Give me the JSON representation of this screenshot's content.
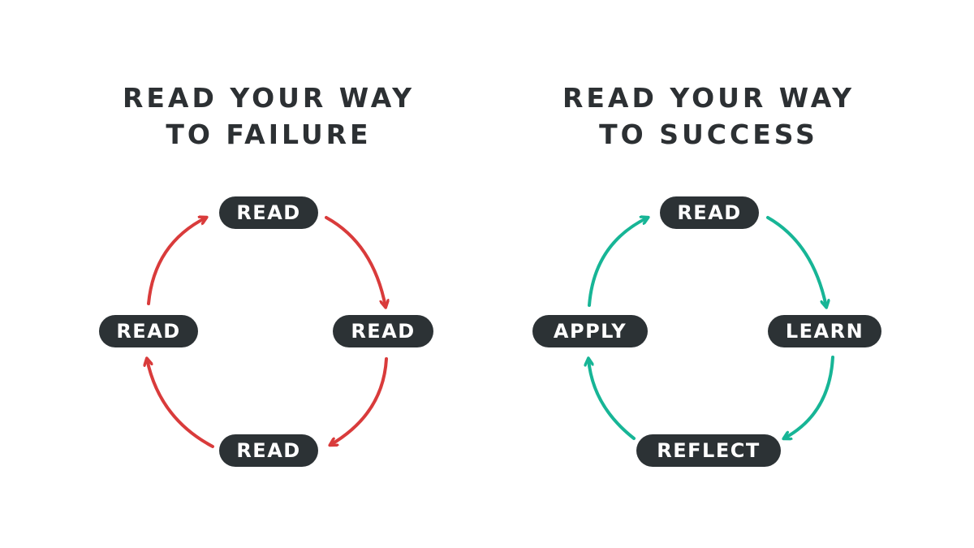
{
  "left_diagram": {
    "title_line1": "READ YOUR WAY",
    "title_line2": "TO FAILURE",
    "arrow_color": "#d93b3b",
    "nodes": {
      "top": "READ",
      "right": "READ",
      "bottom": "READ",
      "left": "READ"
    }
  },
  "right_diagram": {
    "title_line1": "READ YOUR WAY",
    "title_line2": "TO SUCCESS",
    "arrow_color": "#17b596",
    "nodes": {
      "top": "READ",
      "right": "LEARN",
      "bottom": "REFLECT",
      "left": "APPLY"
    }
  }
}
